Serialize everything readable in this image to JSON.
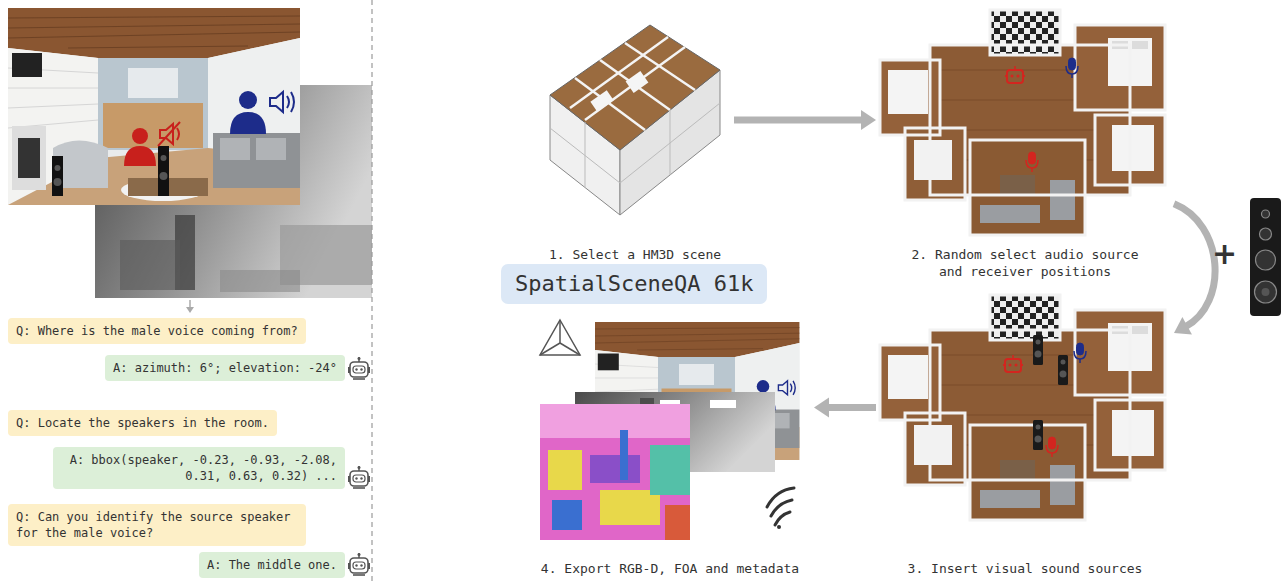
{
  "diagram": {
    "nodes": [
      {
        "text": [
          "Q: Where is the male voice coming from?"
        ]
      },
      {
        "text": [
          "A: azimuth: 6°; elevation: -24°"
        ]
      },
      {
        "text": [
          "Q: Locate the speakers in the room."
        ]
      },
      {
        "text": [
          "A: bbox(speaker, -0.23, -0.93, -2.08, 0.31, 0.63, 0.32) ..."
        ]
      },
      {
        "text": [
          "Q: Can you identify the source speaker for the male voice?"
        ]
      },
      {
        "text": [
          "A: The middle one."
        ]
      },
      {
        "text": [
          "1. Select a HM3D scene"
        ]
      },
      {
        "text": [
          "2. Random select audio source and receiver positions"
        ]
      },
      {
        "text": [
          "SpatialSceneQA 61k"
        ]
      },
      {
        "text": [
          "3. Insert visual sound sources"
        ]
      },
      {
        "text": [
          "4. Export RGB-D, FOA and metadata"
        ]
      }
    ],
    "edges": [
      {
        "from": 6,
        "to": 7,
        "arrow": "to"
      },
      {
        "from": 7,
        "to": 9,
        "arrow": "to"
      },
      {
        "from": 9,
        "to": 10,
        "arrow": "to"
      }
    ],
    "labels": [
      "+"
    ]
  }
}
